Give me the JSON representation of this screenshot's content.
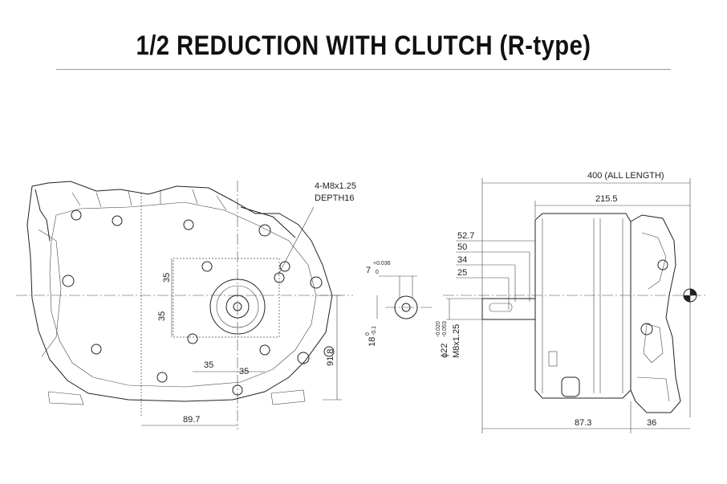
{
  "title": "1/2 REDUCTION WITH CLUTCH (R-type)",
  "front_view": {
    "thread_callout_line1": "4-M8x1.25",
    "thread_callout_line2": "DEPTH16",
    "bolt_v_upper": "35",
    "bolt_v_lower": "35",
    "bolt_h_left": "35",
    "bolt_h_right": "35",
    "height_dim": "91.8",
    "horizontal_dim": "89.7"
  },
  "shaft_detail": {
    "key_width": "7",
    "key_width_tol_upper": "+0.036",
    "key_width_tol_lower": "0",
    "key_height": "18",
    "key_height_tol_upper": "0",
    "key_height_tol_lower": "-0.1"
  },
  "side_view": {
    "all_length": "400  (ALL LENGTH)",
    "dim_215": "215.5",
    "dim_52": "52.7",
    "dim_50": "50",
    "dim_34": "34",
    "dim_25": "25",
    "shaft_dia": "ϕ22",
    "shaft_dia_tol_upper": "-0.020",
    "shaft_dia_tol_lower": "-0.053",
    "shaft_thread": "M8x1.25",
    "dim_87": "87.3",
    "dim_36": "36"
  }
}
